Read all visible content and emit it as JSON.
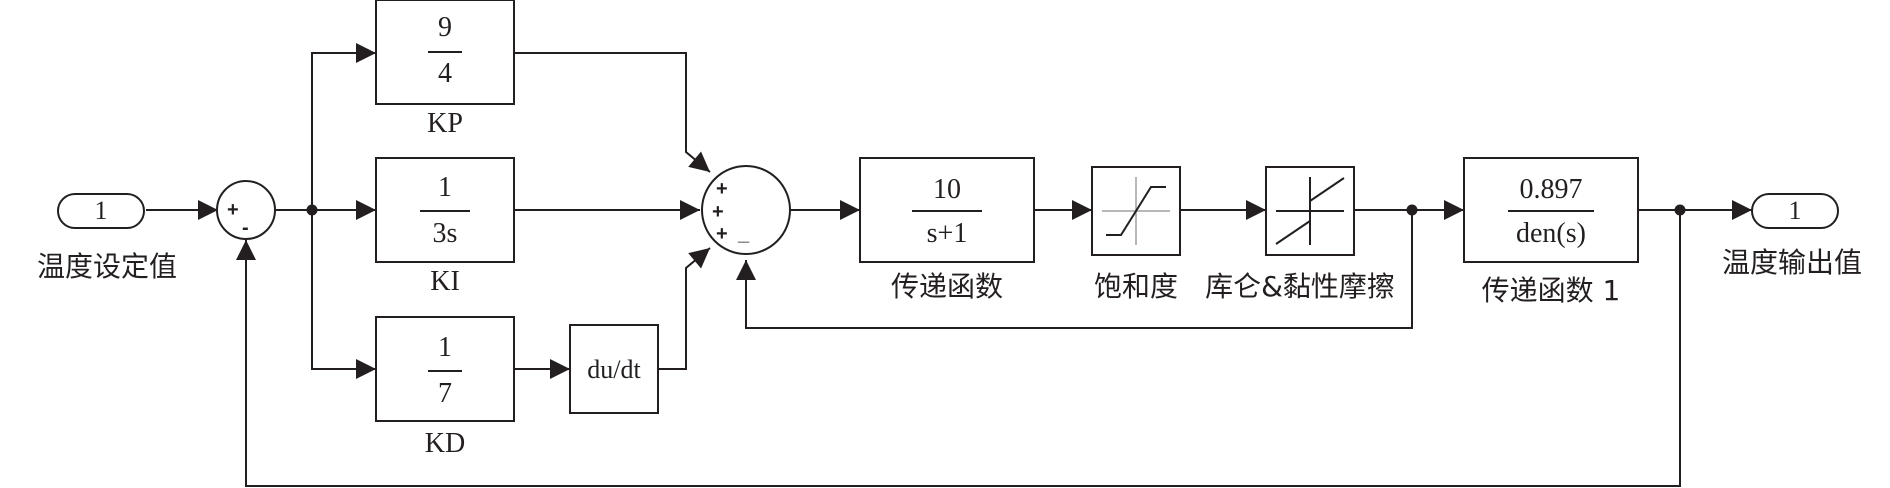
{
  "diagram": {
    "input_port": {
      "number": "1",
      "label": "温度设定值"
    },
    "sum1": {
      "sign_plus": "+",
      "sign_minus": "-"
    },
    "kp": {
      "numerator": "9",
      "denominator": "4",
      "label": "KP"
    },
    "ki": {
      "numerator": "1",
      "denominator": "3s",
      "label": "KI"
    },
    "kd": {
      "numerator": "1",
      "denominator": "7",
      "label": "KD"
    },
    "derivative": {
      "text": "du/dt"
    },
    "sum2": {
      "signs": [
        "+",
        "+",
        "+",
        "_"
      ]
    },
    "tf1": {
      "numerator": "10",
      "denominator": "s+1",
      "label": "传递函数"
    },
    "saturation": {
      "label": "饱和度"
    },
    "friction": {
      "label": "库仑&黏性摩擦"
    },
    "tf2": {
      "numerator": "0.897",
      "denominator": "den(s)",
      "label": "传递函数 1"
    },
    "output_port": {
      "number": "1",
      "label": "温度输出值"
    }
  }
}
